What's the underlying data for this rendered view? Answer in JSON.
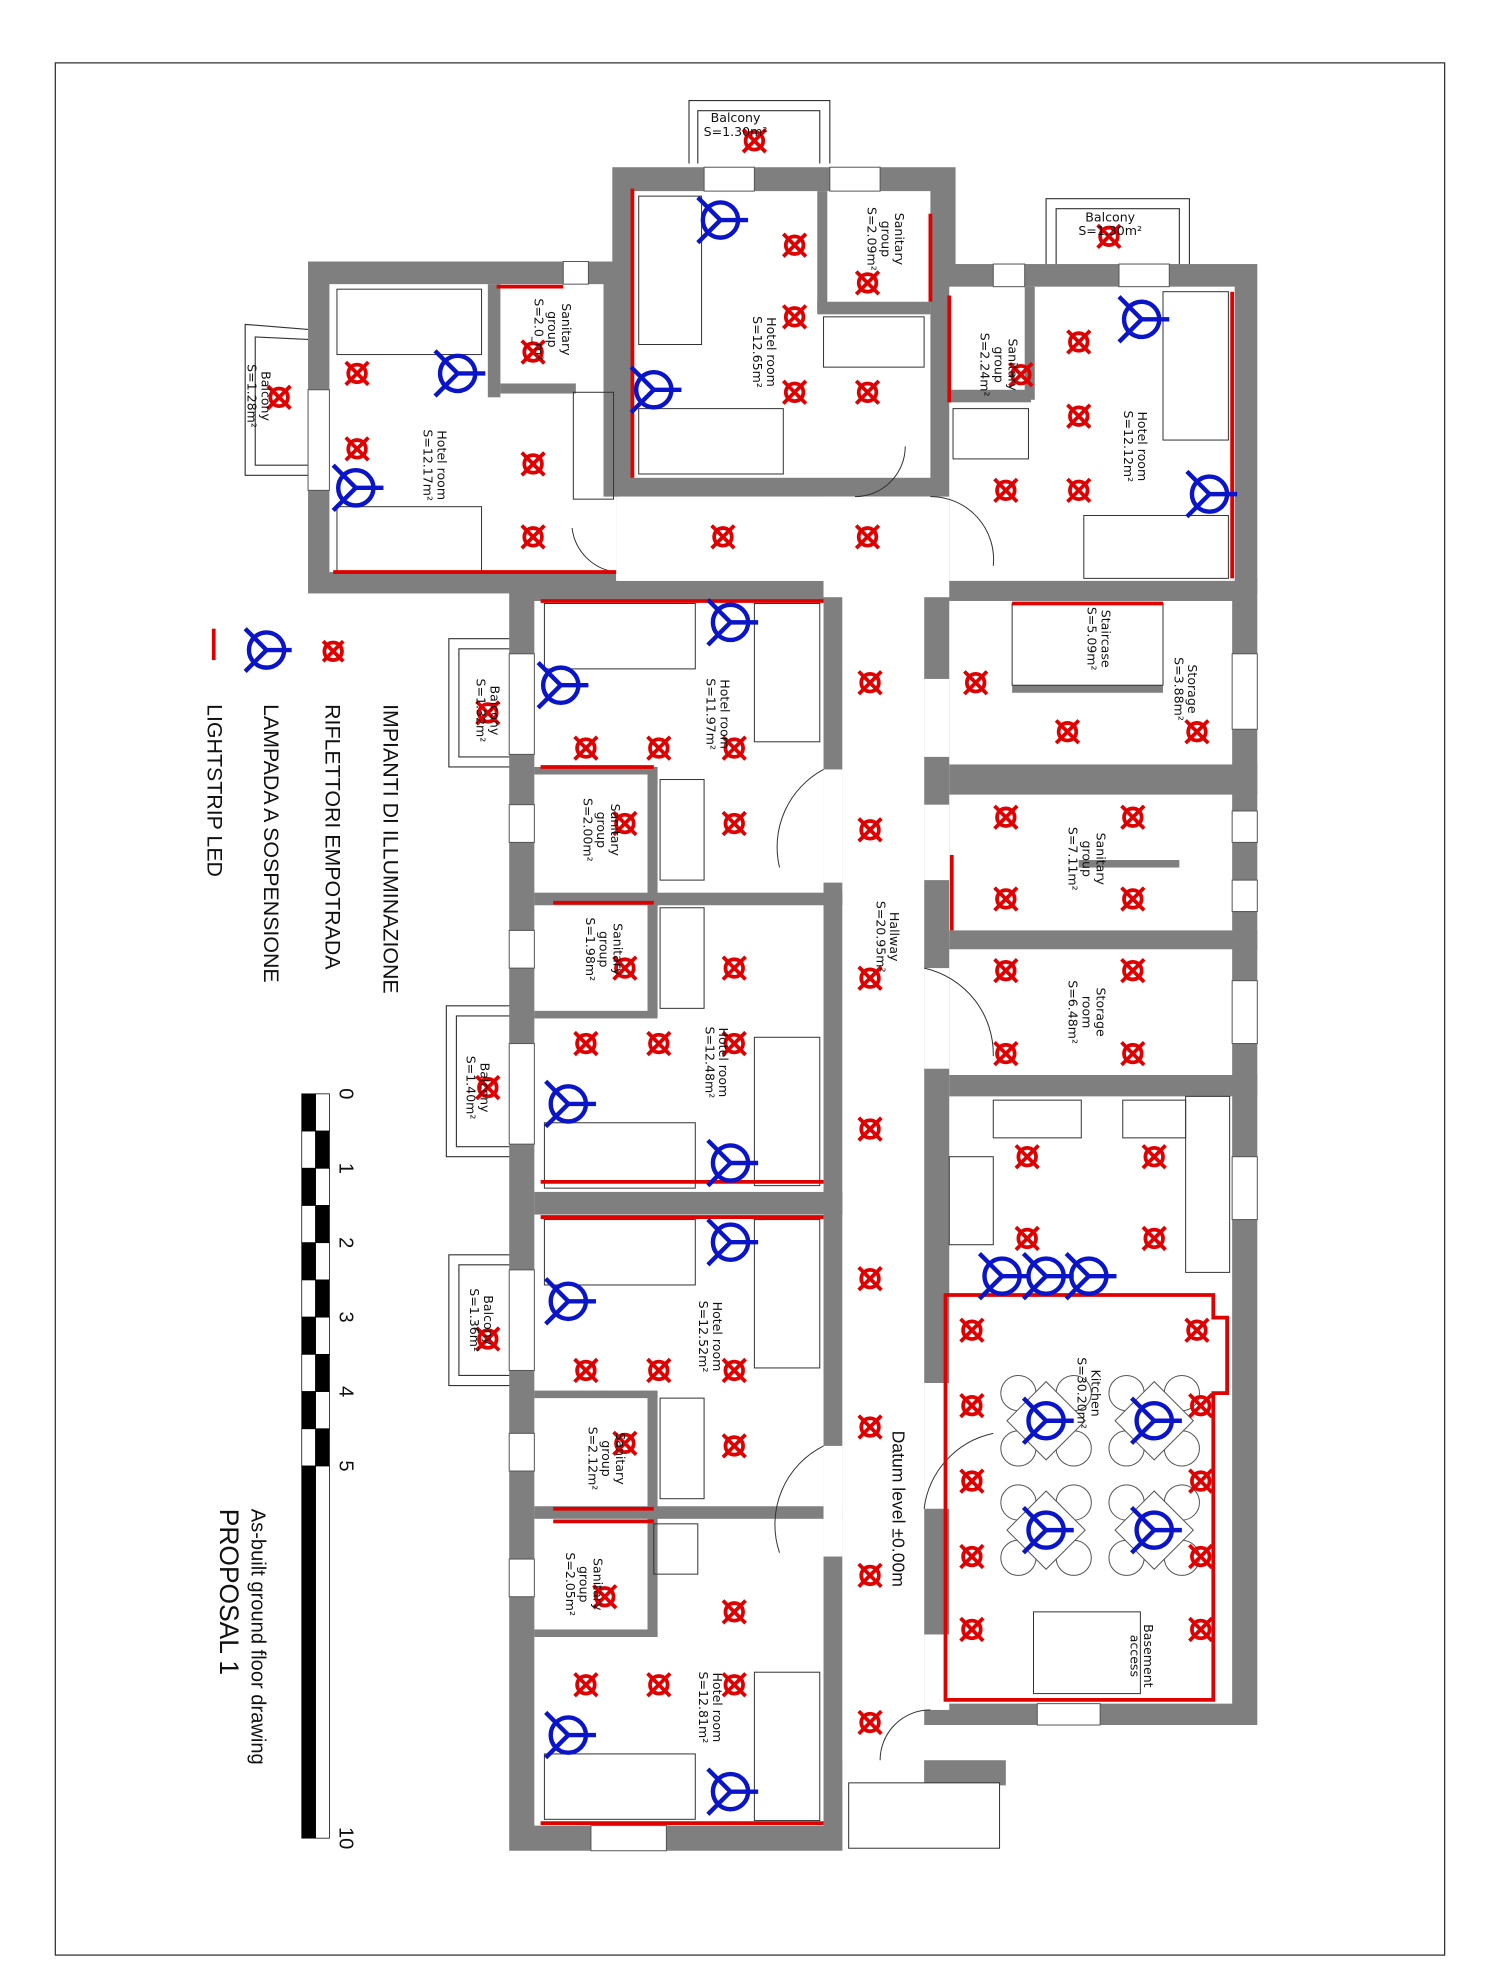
{
  "drawing": {
    "title": "As-built ground floor drawing",
    "subtitle": "PROPOSAL 1",
    "datum": "Datum level ±0.00m"
  },
  "legend": {
    "heading": "IMPIANTI DI ILLUMINAZIONE",
    "items": [
      {
        "icon": "recessed-spotlight-icon",
        "label": "RIFLETTORI EMPOTRADA"
      },
      {
        "icon": "pendant-lamp-icon",
        "label": "LAMPADA A SOSPENSIONE"
      },
      {
        "icon": "led-strip-icon",
        "label": "LIGHTSTRIP LED"
      }
    ]
  },
  "scale_bar": {
    "unit": "m",
    "labels": [
      "0",
      "1",
      "2",
      "3",
      "4",
      "5",
      "10"
    ]
  },
  "colors": {
    "walls": "#7f7f7f",
    "spotlight": "#e00000",
    "pendant": "#0a14c8",
    "lightstrip": "#e00000"
  },
  "rooms": [
    {
      "id": "balcony-top-center",
      "lines": [
        "Balcony",
        "S=1.30m²"
      ]
    },
    {
      "id": "balcony-top-right",
      "lines": [
        "Balcony",
        "S=1.30m²"
      ]
    },
    {
      "id": "balcony-top-left",
      "lines": [
        "Balcony",
        "S=1.28m²"
      ]
    },
    {
      "id": "hotel-room-top-left",
      "lines": [
        "Hotel room",
        "S=12.17m²"
      ]
    },
    {
      "id": "sanitary-top-left",
      "lines": [
        "Sanitary",
        "group",
        "S=2.0_m²"
      ]
    },
    {
      "id": "hotel-room-top-center",
      "lines": [
        "Hotel room",
        "S=12.65m²"
      ]
    },
    {
      "id": "sanitary-top-center",
      "lines": [
        "Sanitary",
        "group",
        "S=2.09m²"
      ]
    },
    {
      "id": "sanitary-top-right",
      "lines": [
        "Sanitary",
        "group",
        "S=2.24m²"
      ]
    },
    {
      "id": "hotel-room-top-right",
      "lines": [
        "Hotel room",
        "S=12.12m²"
      ]
    },
    {
      "id": "staircase",
      "lines": [
        "Staircase",
        "S=5.09m²"
      ]
    },
    {
      "id": "storage",
      "lines": [
        "Storage",
        "S=3.88m²"
      ]
    },
    {
      "id": "sanitary-public",
      "lines": [
        "Sanitary",
        "group",
        "S=7.11m²"
      ]
    },
    {
      "id": "storage-room",
      "lines": [
        "Storage",
        "room",
        "S=6.48m²"
      ]
    },
    {
      "id": "kitchen",
      "lines": [
        "Kitchen",
        "S=30.20m²"
      ]
    },
    {
      "id": "basement-access",
      "lines": [
        "Basement",
        "access"
      ]
    },
    {
      "id": "hallway",
      "lines": [
        "Hallway",
        "S=20.95m²"
      ]
    },
    {
      "id": "hotel-room-1",
      "lines": [
        "Hotel room",
        "S=11.97m²"
      ]
    },
    {
      "id": "balcony-1",
      "lines": [
        "Balcony",
        "S=1.32m²"
      ]
    },
    {
      "id": "sanitary-1",
      "lines": [
        "Sanitary",
        "group",
        "S=2.00m²"
      ]
    },
    {
      "id": "sanitary-2",
      "lines": [
        "Sanitary",
        "group",
        "S=1.98m²"
      ]
    },
    {
      "id": "hotel-room-2",
      "lines": [
        "Hotel room",
        "S=12.48m²"
      ]
    },
    {
      "id": "balcony-2",
      "lines": [
        "Balcony",
        "S=1.40m²"
      ]
    },
    {
      "id": "hotel-room-3",
      "lines": [
        "Hotel room",
        "S=12.52m²"
      ]
    },
    {
      "id": "balcony-3",
      "lines": [
        "Balcony",
        "S=1.36m²"
      ]
    },
    {
      "id": "sanitary-3",
      "lines": [
        "Sanitary",
        "group",
        "S=2.12m²"
      ]
    },
    {
      "id": "sanitary-4",
      "lines": [
        "Sanitary",
        "group",
        "S=2.05m²"
      ]
    },
    {
      "id": "hotel-room-4",
      "lines": [
        "Hotel room",
        "S=12.81m²"
      ]
    }
  ]
}
